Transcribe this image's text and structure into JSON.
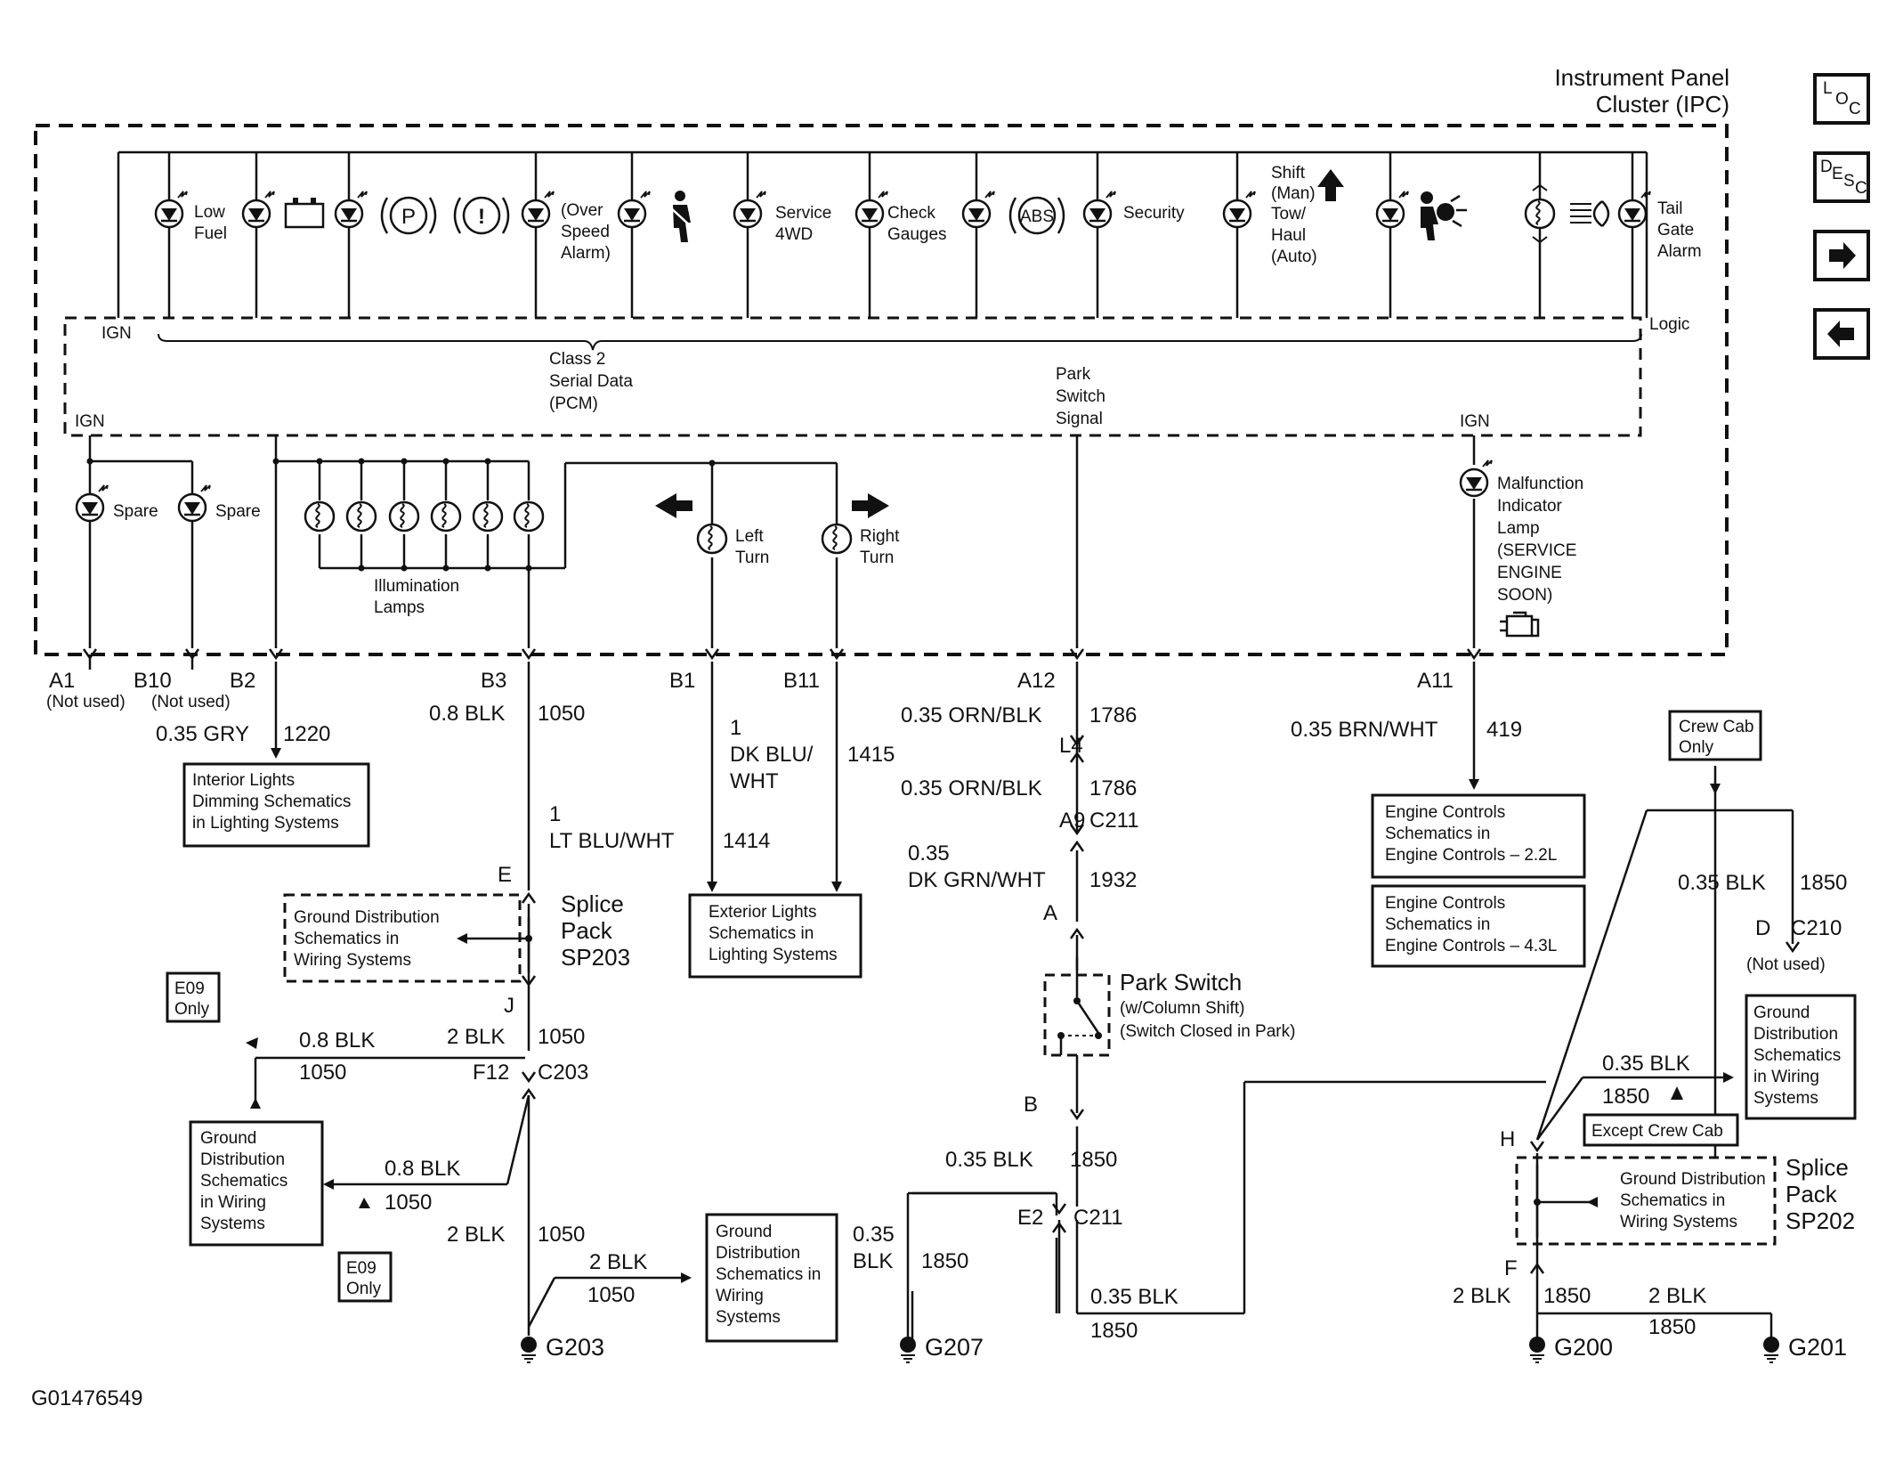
{
  "title": [
    "Instrument Panel",
    "Cluster (IPC)"
  ],
  "figure_id": "G01476549",
  "nav": {
    "loc": [
      "L",
      "O",
      "C"
    ],
    "desc": [
      "D",
      "E",
      "S",
      "C"
    ]
  },
  "ipc": {
    "ign": "IGN",
    "logic": "Logic",
    "class2": [
      "Class 2",
      "Serial Data",
      "(PCM)"
    ],
    "park_signal": [
      "Park",
      "Switch",
      "Signal"
    ],
    "low_fuel": [
      "Low",
      "Fuel"
    ],
    "over_speed": [
      "(Over",
      "Speed",
      "Alarm)"
    ],
    "service_4wd": [
      "Service",
      "4WD"
    ],
    "check_gauges": [
      "Check",
      "Gauges"
    ],
    "abs": "ABS",
    "security": "Security",
    "shift": [
      "Shift",
      "(Man)",
      "Tow/",
      "Haul",
      "(Auto)"
    ],
    "tail_gate": [
      "Tail",
      "Gate",
      "Alarm"
    ],
    "p_symbol": "P",
    "excl_symbol": "!",
    "spare": "Spare",
    "illumination": [
      "Illumination",
      "Lamps"
    ],
    "left_turn": [
      "Left",
      "Turn"
    ],
    "right_turn": [
      "Right",
      "Turn"
    ],
    "mil": [
      "Malfunction",
      "Indicator",
      "Lamp",
      "(SERVICE",
      "ENGINE",
      "SOON)"
    ]
  },
  "connectors": {
    "a1": "A1",
    "b10": "B10",
    "not_used": "(Not used)",
    "b2": "B2",
    "b3": "B3",
    "b1": "B1",
    "b11": "B11",
    "a12": "A12",
    "a11": "A11",
    "l4": "L4",
    "a9": "A9",
    "c211": "C211",
    "a": "A",
    "b": "B",
    "e2": "E2",
    "e": "E",
    "j": "J",
    "f12": "F12",
    "c203": "C203",
    "d": "D",
    "c210": "C210",
    "h": "H",
    "f": "F"
  },
  "wires": {
    "w1220": [
      "0.35 GRY",
      "1220"
    ],
    "w1050": [
      "0.8 BLK",
      "1050"
    ],
    "w1415": [
      "1",
      "DK BLU/",
      "WHT",
      "1415"
    ],
    "w1414": [
      "1",
      "LT BLU/WHT",
      "1414"
    ],
    "w1786a": [
      "0.35 ORN/BLK",
      "1786"
    ],
    "w1786b": [
      "0.35 ORN/BLK",
      "1786"
    ],
    "w1932": [
      "0.35",
      "DK GRN/WHT",
      "1932"
    ],
    "w419": [
      "0.35 BRN/WHT",
      "419"
    ],
    "w1850_d": [
      "0.35 BLK",
      "1850"
    ],
    "w_j": [
      "2 BLK",
      "1050"
    ],
    "w_left1": [
      "0.8 BLK",
      "1050"
    ],
    "w_left2": [
      "0.8 BLK",
      "1050"
    ],
    "w_c203_down": [
      "2 BLK",
      "1050"
    ],
    "w_g203": [
      "2 BLK",
      "1050"
    ],
    "w_b_down": [
      "0.35 BLK",
      "1850"
    ],
    "w_g207": [
      "0.35",
      "BLK",
      "1850"
    ],
    "w_bottom": [
      "0.35 BLK",
      "1850"
    ],
    "w_h_right": [
      "0.35 BLK",
      "1850"
    ],
    "w_f": [
      "2 BLK",
      "1850"
    ],
    "w_g201": [
      "2 BLK",
      "1850"
    ]
  },
  "boxes": {
    "interior": [
      "Interior Lights",
      "Dimming Schematics",
      "in Lighting Systems"
    ],
    "exterior": [
      "Exterior Lights",
      "Schematics in",
      "Lighting Systems"
    ],
    "engine22": [
      "Engine Controls",
      "Schematics in",
      "Engine Controls – 2.2L"
    ],
    "engine43": [
      "Engine Controls",
      "Schematics in",
      "Engine Controls – 4.3L"
    ],
    "gd_sp203": [
      "Ground Distribution",
      "Schematics in",
      "Wiring Systems"
    ],
    "gd_left": [
      "Ground",
      "Distribution",
      "Schematics",
      "in Wiring",
      "Systems"
    ],
    "gd_mid": [
      "Ground",
      "Distribution",
      "Schematics in",
      "Wiring",
      "Systems"
    ],
    "gd_right": [
      "Ground",
      "Distribution",
      "Schematics",
      "in Wiring",
      "Systems"
    ],
    "gd_sp202": [
      "Ground Distribution",
      "Schematics in",
      "Wiring Systems"
    ],
    "e09a": [
      "E09",
      "Only"
    ],
    "e09b": [
      "E09",
      "Only"
    ],
    "crew_cab": [
      "Crew Cab",
      "Only"
    ],
    "except_crew": "Except Crew Cab"
  },
  "splices": {
    "sp203": [
      "Splice",
      "Pack",
      "SP203"
    ],
    "sp202": [
      "Splice",
      "Pack",
      "SP202"
    ]
  },
  "park_switch": [
    "Park Switch",
    "(w/Column Shift)",
    "(Switch Closed in Park)"
  ],
  "grounds": {
    "g203": "G203",
    "g207": "G207",
    "g200": "G200",
    "g201": "G201"
  }
}
